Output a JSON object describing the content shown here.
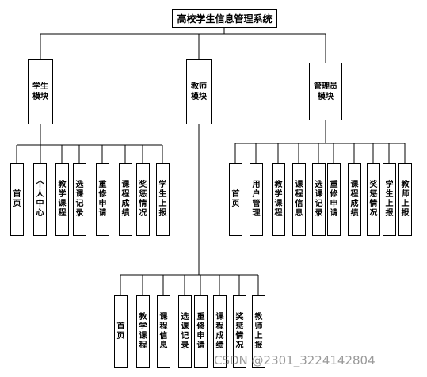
{
  "root": {
    "title": "高校学生信息管理系统"
  },
  "modules": {
    "student": {
      "title": "学生模块",
      "children": [
        "首页",
        "个人中心",
        "教学课程",
        "选课记录",
        "重修申请",
        "课程成绩",
        "奖惩情况",
        "学生上报"
      ]
    },
    "teacher": {
      "title": "教师模块",
      "children": [
        "首页",
        "教学课程",
        "课程信息",
        "选课记录",
        "重修申请",
        "课程成绩",
        "奖惩情况",
        "教师上报"
      ]
    },
    "admin": {
      "title": "管理员模块",
      "children": [
        "首页",
        "用户管理",
        "教学课程",
        "课程信息",
        "选课记录",
        "重修申请",
        "课程成绩",
        "奖惩情况",
        "学生上报",
        "教师上报"
      ]
    }
  },
  "watermark": "CSDN @2301_3224142804"
}
